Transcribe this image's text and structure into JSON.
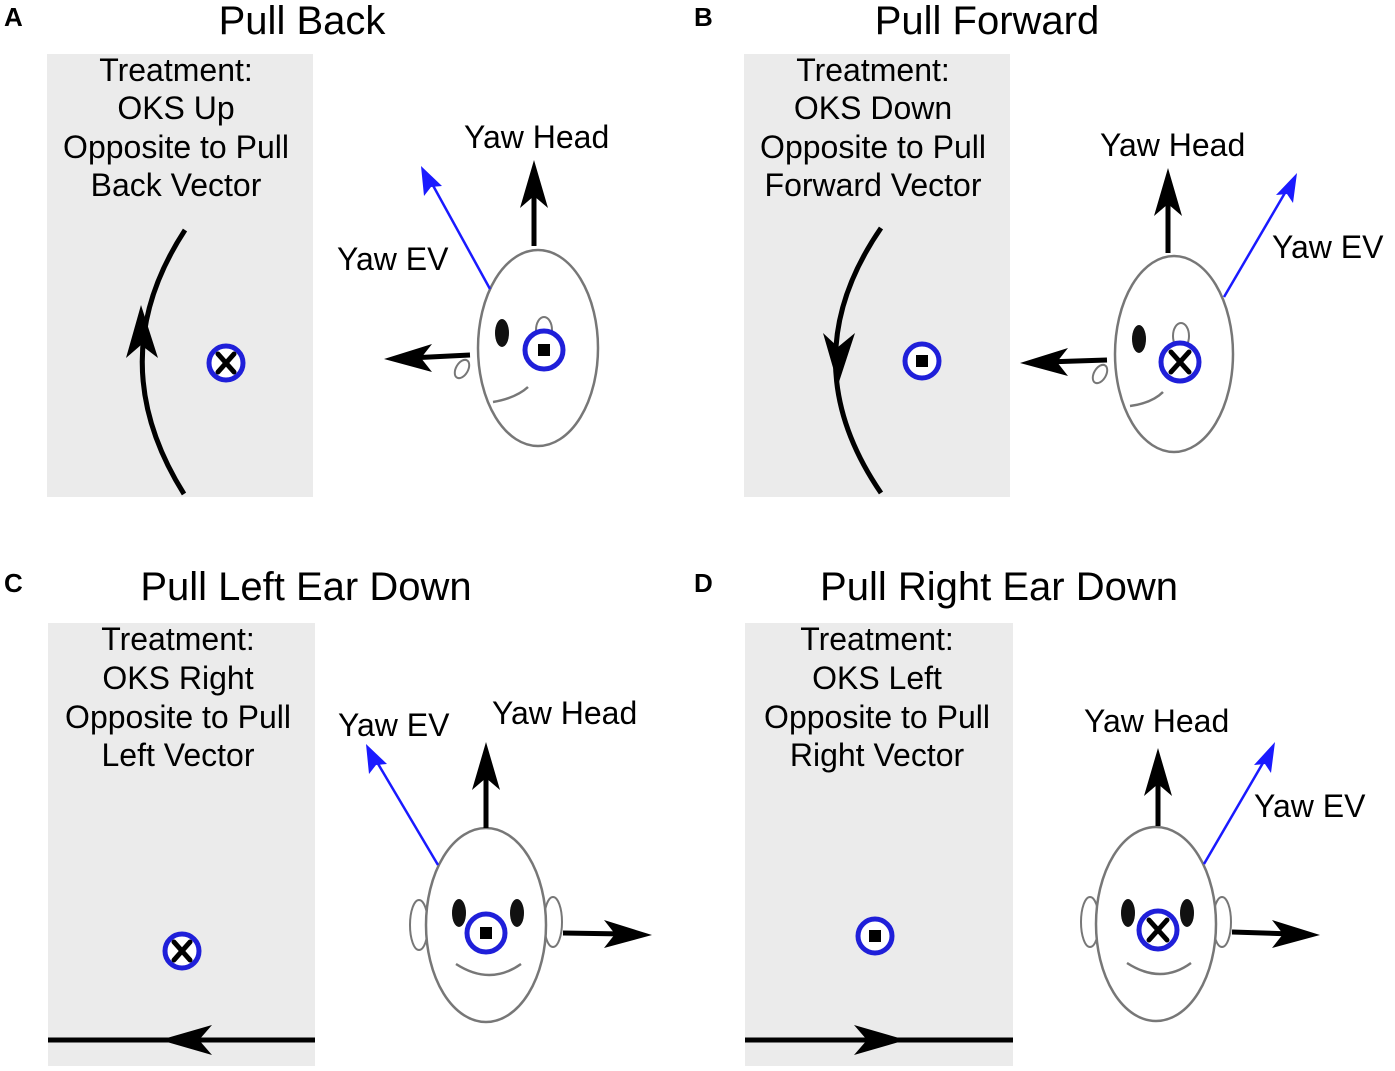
{
  "panels": {
    "A": {
      "letter": "A",
      "title": "Pull Back",
      "treatment": [
        "Treatment:",
        "OKS Up",
        "Opposite to Pull",
        "Back Vector"
      ],
      "label_head": "Yaw Head",
      "label_ev": "Yaw EV"
    },
    "B": {
      "letter": "B",
      "title": "Pull Forward",
      "treatment": [
        "Treatment:",
        "OKS Down",
        "Opposite to Pull",
        "Forward Vector"
      ],
      "label_head": "Yaw Head",
      "label_ev": "Yaw EV"
    },
    "C": {
      "letter": "C",
      "title": "Pull Left Ear Down",
      "treatment": [
        "Treatment:",
        "OKS Right",
        "Opposite to Pull",
        "Left Vector"
      ],
      "label_head": "Yaw Head",
      "label_ev": "Yaw EV"
    },
    "D": {
      "letter": "D",
      "title": "Pull Right Ear Down",
      "treatment": [
        "Treatment:",
        "OKS Left",
        "Opposite to Pull",
        "Right Vector"
      ],
      "label_head": "Yaw Head",
      "label_ev": "Yaw EV"
    }
  },
  "colors": {
    "panel_bg": "#ebebeb",
    "ev_arrow": "#1a1aff",
    "symbol_ring": "#1f1fd9"
  }
}
